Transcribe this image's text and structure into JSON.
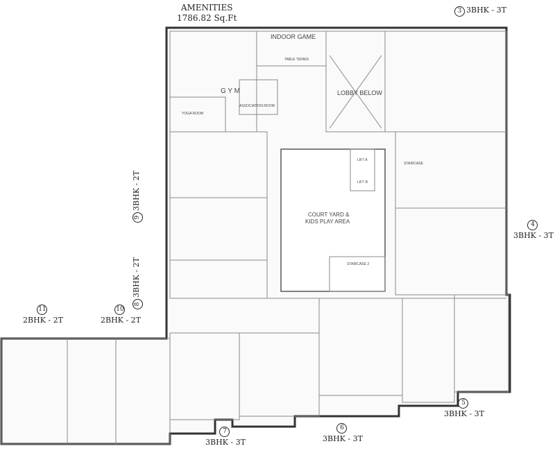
{
  "amenities": {
    "title": "AMENITIES",
    "area": "1786.82 Sq.Ft"
  },
  "rooms": {
    "indoor_game": "INDOOR GAME",
    "table_tennis": "TABLE TENNIS",
    "gym": "G Y M",
    "yoga_room": "YOGA ROOM",
    "association_room": "ASSOCIATION ROOM",
    "lobby_below": "LOBBY BELOW",
    "courtyard": "COURT YARD &",
    "courtyard2": "KIDS PLAY AREA",
    "lift_a": "LIFT A",
    "lift_b": "LIFT B",
    "staircase_2": "STAIRCASE 2",
    "staircase": "STAIRCASE"
  },
  "units": [
    {
      "num": "3",
      "label": "3BHK - 3T"
    },
    {
      "num": "4",
      "label": "3BHK - 3T"
    },
    {
      "num": "5",
      "label": "3BHK - 3T"
    },
    {
      "num": "6",
      "label": "3BHK - 3T"
    },
    {
      "num": "7",
      "label": "3BHK - 3T"
    },
    {
      "num": "8",
      "label": "3BHK - 2T"
    },
    {
      "num": "9",
      "label": "3BHK - 2T"
    },
    {
      "num": "10",
      "label": "2BHK - 2T"
    },
    {
      "num": "11",
      "label": "2BHK - 2T"
    }
  ]
}
